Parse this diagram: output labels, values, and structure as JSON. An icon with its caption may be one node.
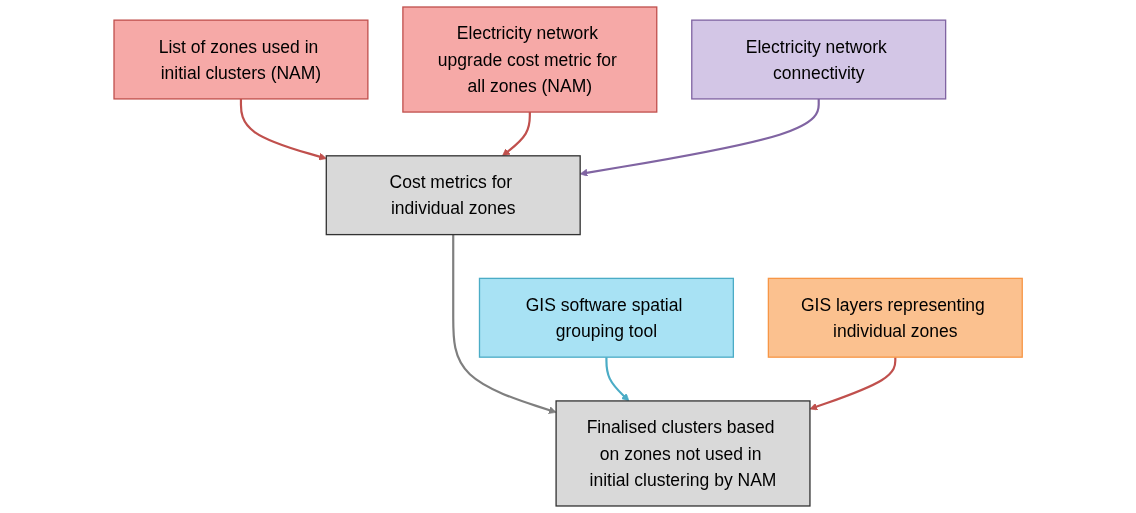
{
  "diagram": {
    "nodes": [
      {
        "text": [
          "List of zones used in initial clusters (NAM)"
        ]
      },
      {
        "text": [
          "Electricity network upgrade cost metric for all zones (NAM)"
        ]
      },
      {
        "text": [
          "Cost metrics for individual zones"
        ]
      },
      {
        "text": [
          "Electricity network connectivity"
        ]
      },
      {
        "text": [
          "GIS software spatial grouping tool"
        ]
      },
      {
        "text": [
          "Finalised clusters based on zones not used in initial clustering by NAM"
        ]
      },
      {
        "text": [
          "GIS layers representing individual zones"
        ]
      }
    ],
    "edges": [
      {
        "from": 0,
        "to": 2,
        "arrow": "to",
        "color": "#c0504d"
      },
      {
        "from": 1,
        "to": 2,
        "arrow": "to",
        "color": "#c0504d"
      },
      {
        "from": 3,
        "to": 2,
        "arrow": "to",
        "color": "#8064a2"
      },
      {
        "from": 2,
        "to": 5,
        "arrow": "to",
        "color": "#7f7f7f"
      },
      {
        "from": 4,
        "to": 5,
        "arrow": "to",
        "color": "#4bacc6"
      },
      {
        "from": 6,
        "to": 5,
        "arrow": "to",
        "color": "#c0504d"
      }
    ]
  }
}
